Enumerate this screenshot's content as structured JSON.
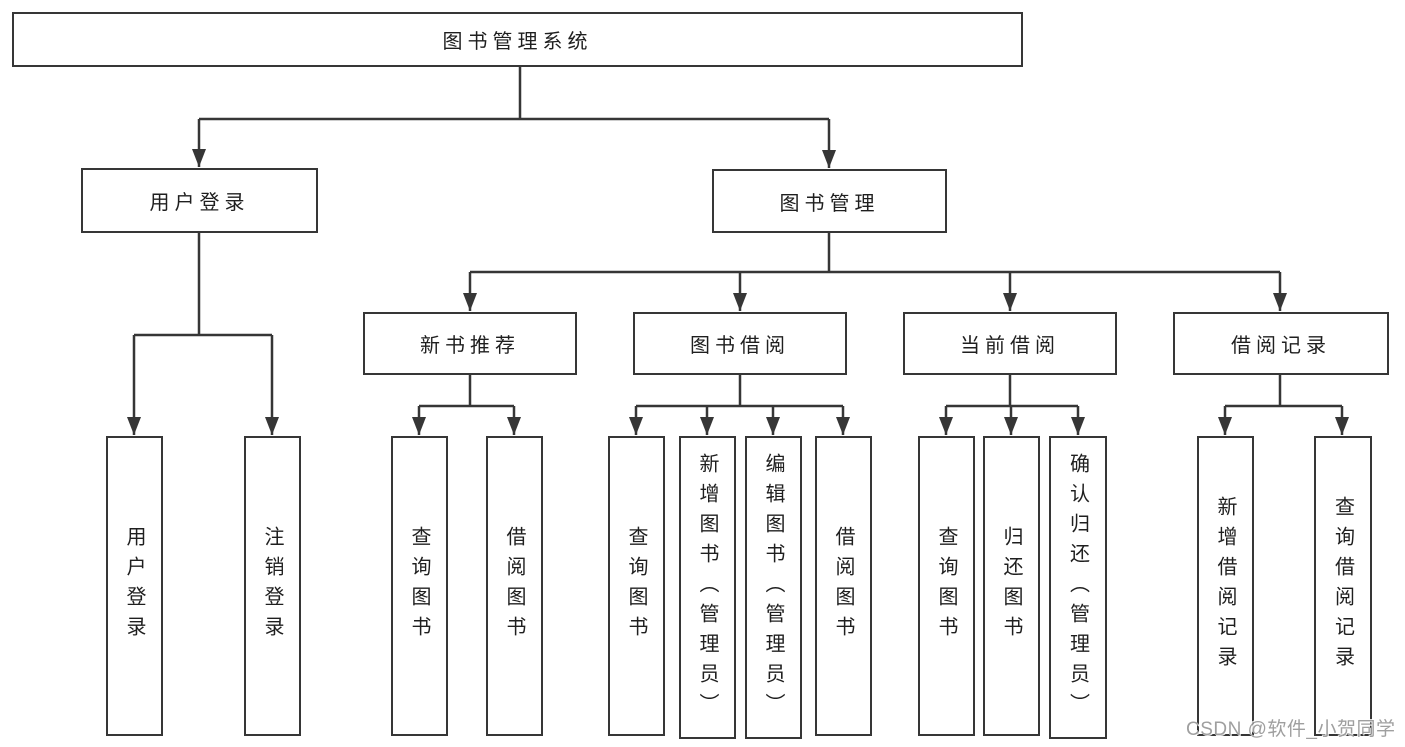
{
  "colors": {
    "line": "#363636",
    "box_border": "#363636",
    "text": "#1f1f1f",
    "background": "#ffffff",
    "watermark": "#9f9f9f"
  },
  "tree": {
    "root": "图书管理系统",
    "branches": {
      "user_login": {
        "label": "用户登录",
        "children": [
          "用户登录",
          "注销登录"
        ]
      },
      "book_mgmt": {
        "label": "图书管理",
        "children": {
          "new_book_rec": {
            "label": "新书推荐",
            "children": [
              "查询图书",
              "借阅图书"
            ]
          },
          "book_borrow": {
            "label": "图书借阅",
            "children": [
              "查询图书",
              "新增图书（管理员）",
              "编辑图书（管理员）",
              "借阅图书"
            ]
          },
          "current_borrow": {
            "label": "当前借阅",
            "children": [
              "查询图书",
              "归还图书",
              "确认归还（管理员）"
            ]
          },
          "borrow_records": {
            "label": "借阅记录",
            "children": [
              "新增借阅记录",
              "查询借阅记录"
            ]
          }
        }
      }
    }
  },
  "watermark": "CSDN @软件_小贺同学"
}
